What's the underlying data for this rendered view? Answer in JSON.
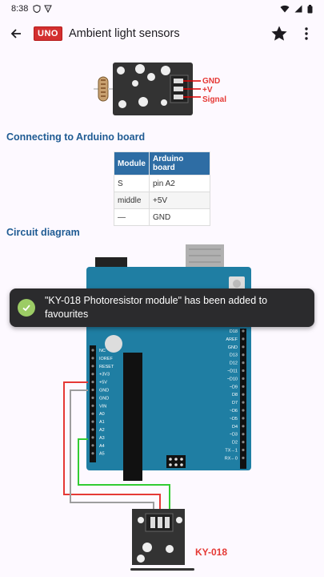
{
  "statusbar": {
    "time": "8:38"
  },
  "appbar": {
    "badge": "UNO",
    "title": "Ambient light sensors"
  },
  "module_image": {
    "pins": [
      "GND",
      "+V",
      "Signal"
    ]
  },
  "sections": {
    "connecting": "Connecting to Arduino board",
    "circuit": "Circuit diagram"
  },
  "pin_table": {
    "headers": [
      "Module",
      "Arduino board"
    ],
    "rows": [
      [
        "S",
        "pin A2"
      ],
      [
        "middle",
        "+5V"
      ],
      [
        "—",
        "GND"
      ]
    ]
  },
  "circuit": {
    "left_pins": [
      "NC",
      "IOREF",
      "RESET",
      "+3V3",
      "+5V",
      "GND",
      "GND",
      "VIN",
      "A0",
      "A1",
      "A2",
      "A3",
      "A4",
      "A5"
    ],
    "right_pins": [
      "D18",
      "AREF",
      "GND",
      "D13",
      "D12",
      "~D11",
      "~D10",
      "~D9",
      "D8",
      "D7",
      "~D6",
      "~D5",
      "D4",
      "~D3",
      "D2",
      "TX→1",
      "RX←0"
    ],
    "module_label": "KY-018"
  },
  "toast": {
    "message": "\"KY-018 Photoresistor module\" has been added to favourites"
  },
  "colors": {
    "accent": "#1f5b93",
    "table_header": "#2e6da4",
    "board": "#1f7ea3",
    "toast_bg": "#2b2b2d",
    "toast_check": "#9ccc65",
    "label_red": "#e53935"
  }
}
